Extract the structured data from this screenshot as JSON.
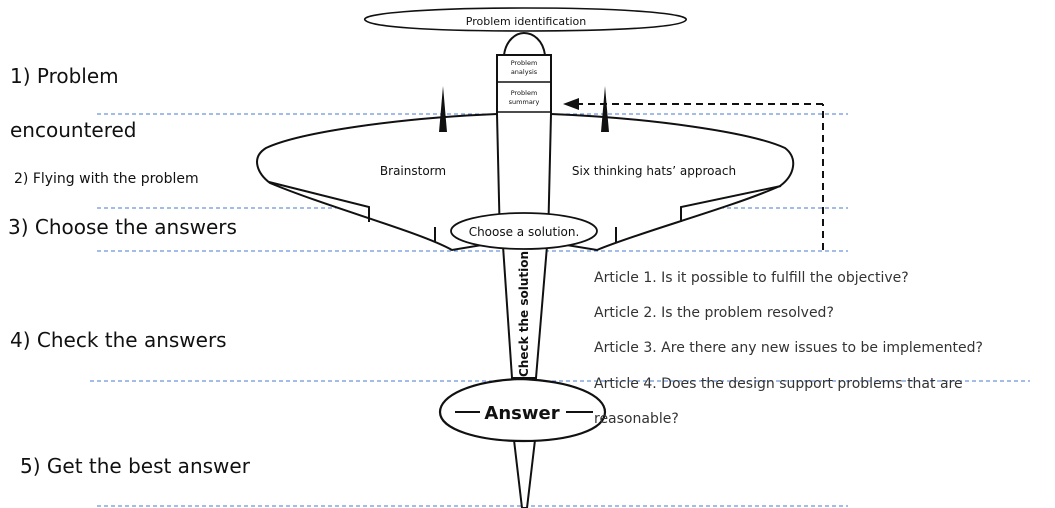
{
  "steps": {
    "s1_line1": "1) Problem",
    "s1_line2": "encountered",
    "s2": "2) Flying with the problem",
    "s3": "3) Choose the answers",
    "s4": "4) Check the answers",
    "s5": "5) Get the best answer"
  },
  "plane": {
    "propeller_label": "Problem identification",
    "nose_top_label": [
      "Problem",
      "analysis"
    ],
    "nose_bottom_label": [
      "Problem",
      "summary"
    ],
    "left_wing_label": "Brainstorm",
    "right_wing_label": "Six thinking hats’ approach",
    "center_label": "Choose a solution.",
    "tail_label": "Check the solution",
    "answer_label": "Answer"
  },
  "articles": [
    "Article 1. Is it possible to fulfill the objective?",
    "Article 2. Is the problem resolved?",
    "Article 3. Are there any new issues to be implemented?",
    "Article 4. Does the design support problems that are",
    "reasonable?"
  ],
  "colors": {
    "guide_line": "#4a7bd0",
    "outline": "#111111"
  }
}
